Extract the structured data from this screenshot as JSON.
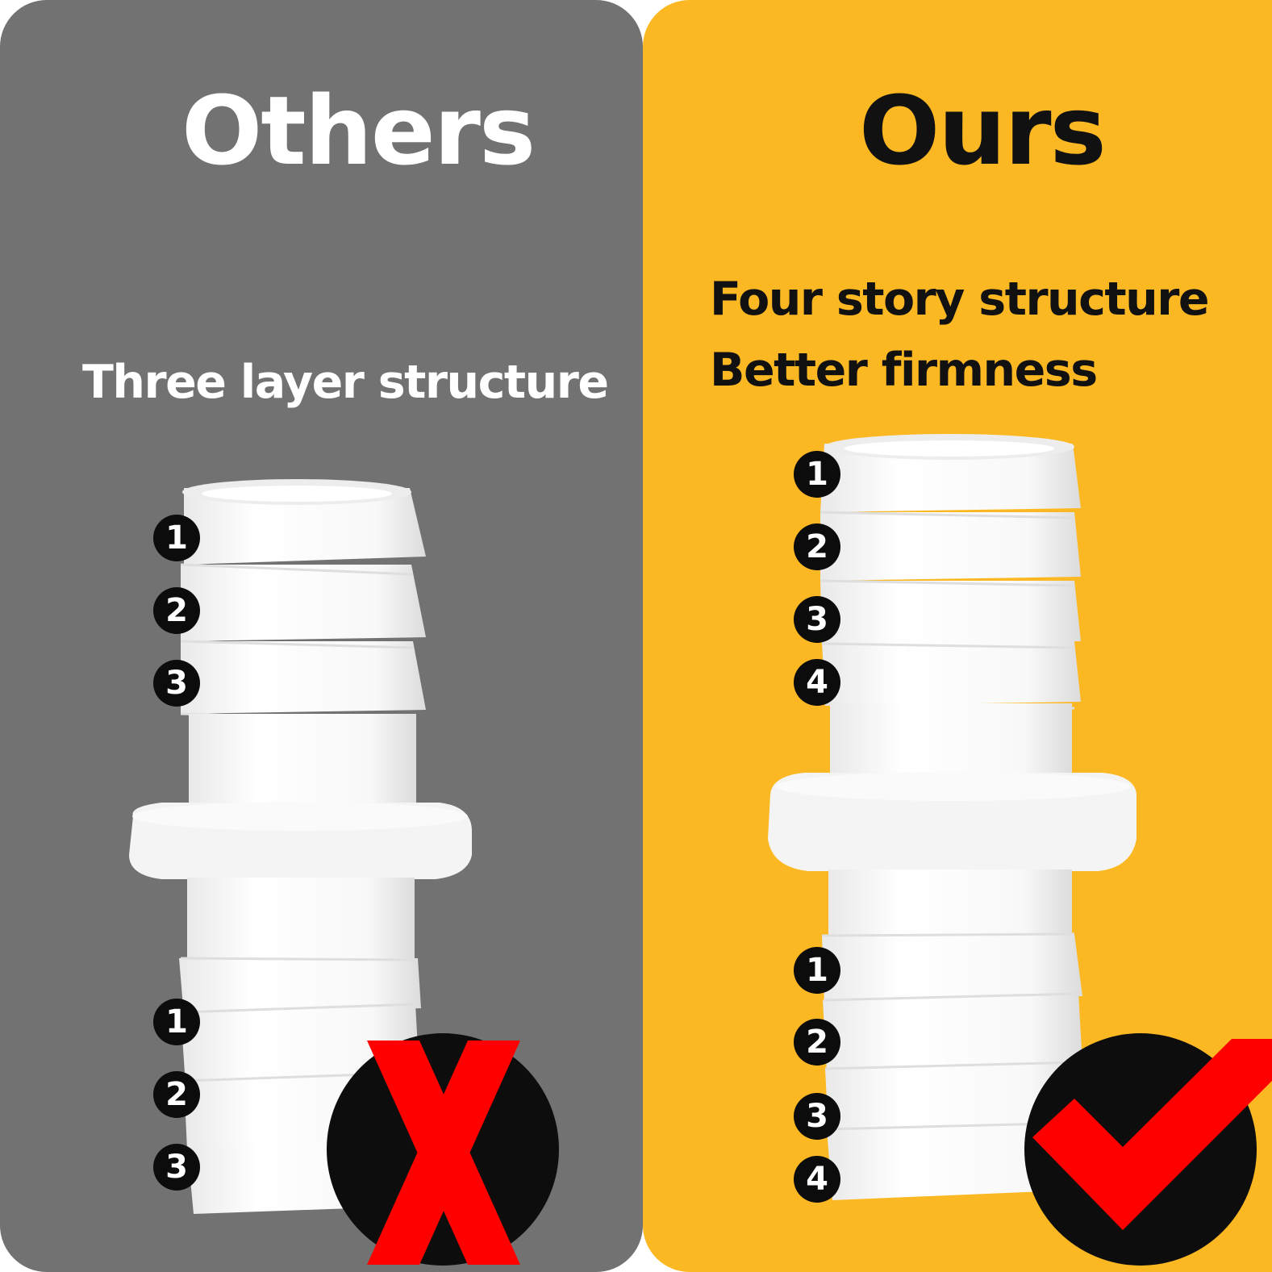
{
  "panels": {
    "others": {
      "title": "Others",
      "caption": "Three layer structure",
      "top_layers": [
        "1",
        "2",
        "3"
      ],
      "bottom_layers": [
        "1",
        "2",
        "3"
      ],
      "verdict_icon": "red-x-icon",
      "background_color": "#727272"
    },
    "ours": {
      "title": "Ours",
      "caption_line1": "Four story structure",
      "caption_line2": "Better firmness",
      "top_layers": [
        "1",
        "2",
        "3",
        "4"
      ],
      "bottom_layers": [
        "1",
        "2",
        "3",
        "4"
      ],
      "verdict_icon": "red-checkmark-icon",
      "background_color": "#fcb822"
    }
  },
  "colors": {
    "mark_red": "#ff0000",
    "badge_black": "#0d0d0d",
    "fitting_white": "#f7f7f7"
  }
}
